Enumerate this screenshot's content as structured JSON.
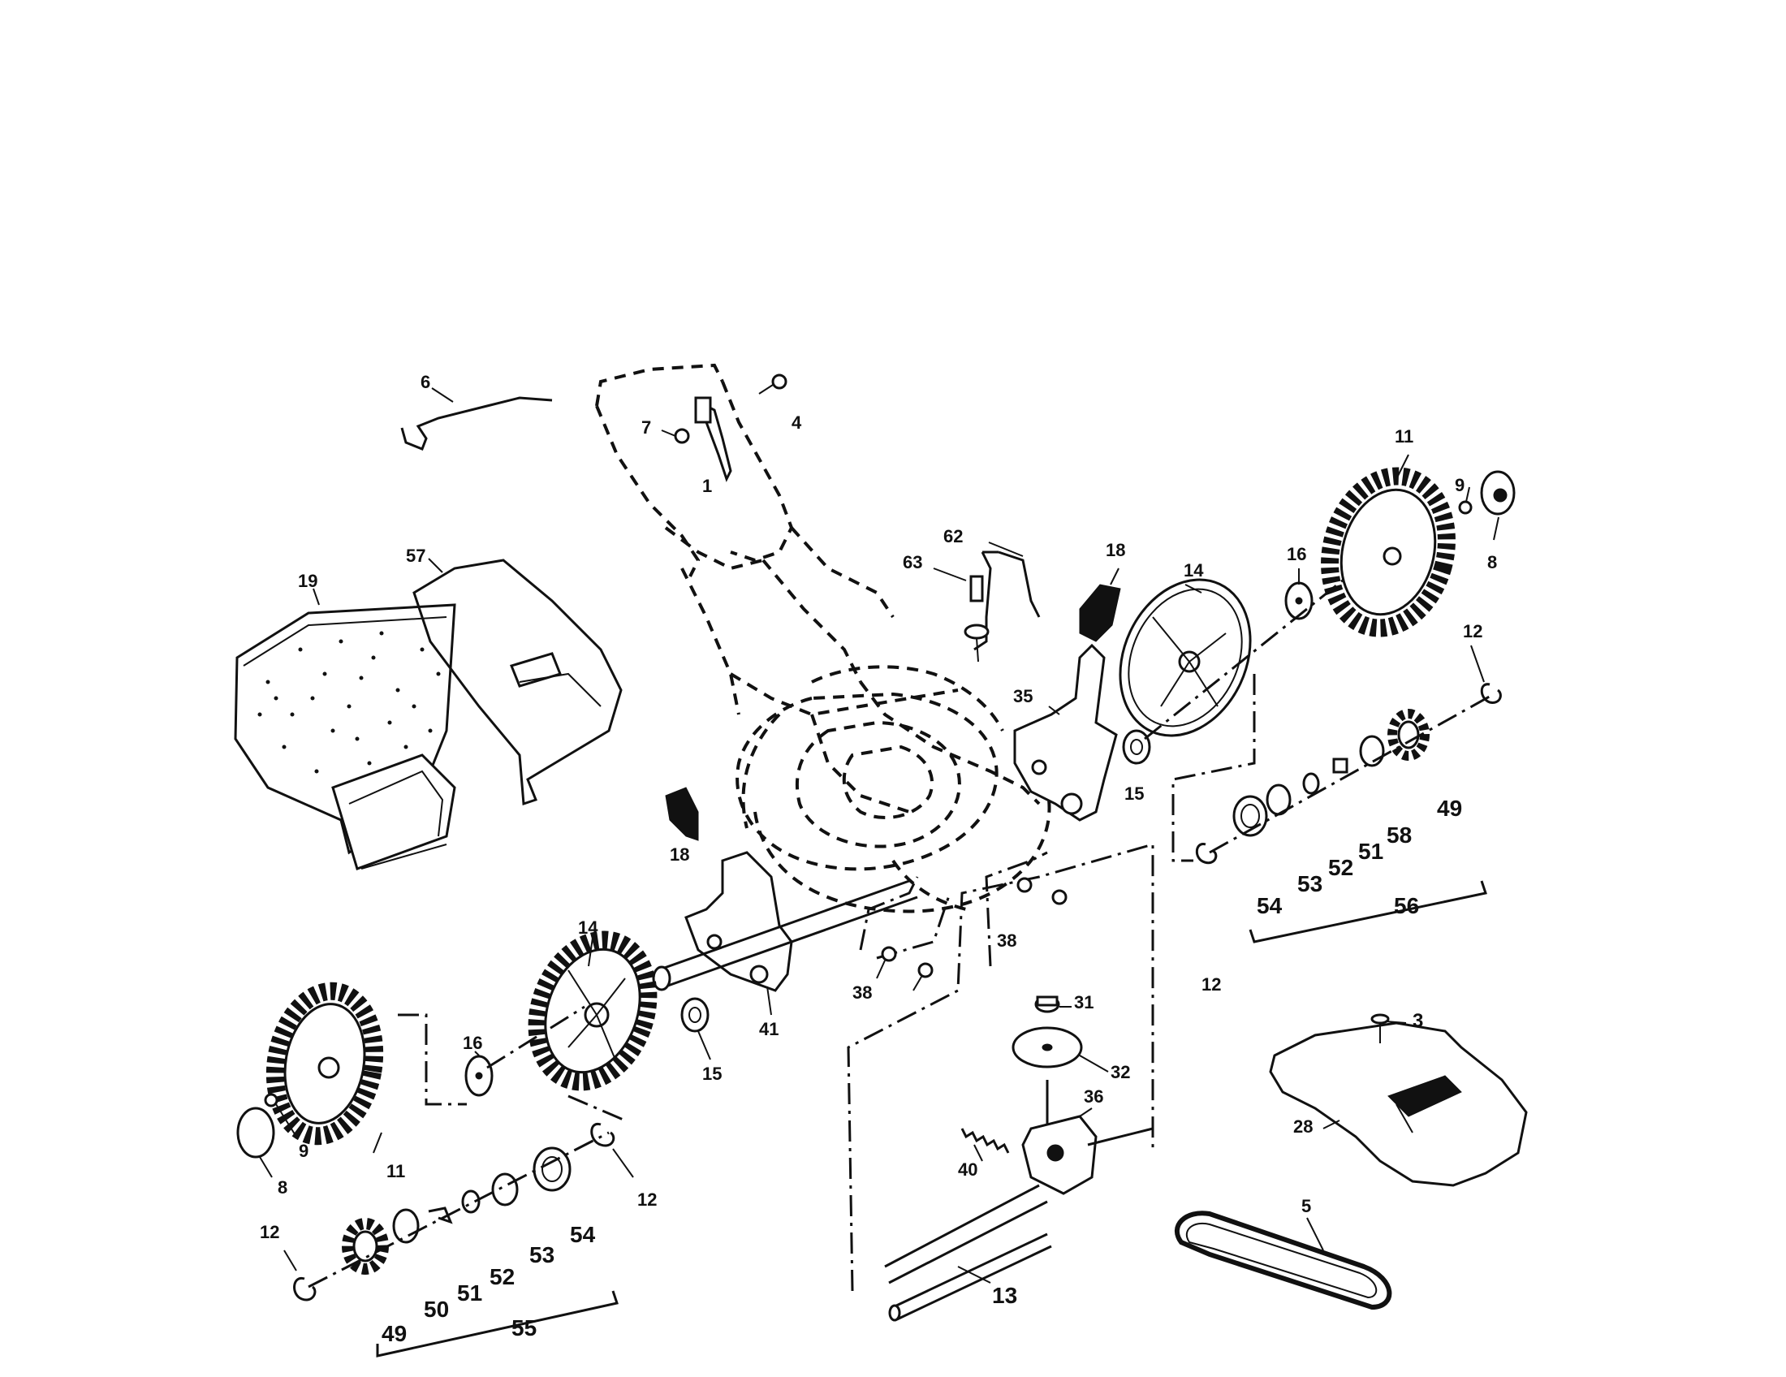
{
  "labels": {
    "p1": "1",
    "p3": "3",
    "p4": "4",
    "p5": "5",
    "p6": "6",
    "p7": "7",
    "p8a": "8",
    "p8b": "8",
    "p9a": "9",
    "p9b": "9",
    "p11a": "11",
    "p11b": "11",
    "p12a": "12",
    "p12b": "12",
    "p12c": "12",
    "p12d": "12",
    "p13": "13",
    "p14a": "14",
    "p14b": "14",
    "p15a": "15",
    "p15b": "15",
    "p16a": "16",
    "p16b": "16",
    "p18a": "18",
    "p18b": "18",
    "p19": "19",
    "p28": "28",
    "p31": "31",
    "p32": "32",
    "p35": "35",
    "p36": "36",
    "p38a": "38",
    "p38b": "38",
    "p40": "40",
    "p41": "41",
    "p49a": "49",
    "p49b": "49",
    "p50": "50",
    "p51a": "51",
    "p51b": "51",
    "p52a": "52",
    "p52b": "52",
    "p53a": "53",
    "p53b": "53",
    "p54a": "54",
    "p54b": "54",
    "p55": "55",
    "p56": "56",
    "p57": "57",
    "p58": "58",
    "p62": "62",
    "p63": "63"
  }
}
